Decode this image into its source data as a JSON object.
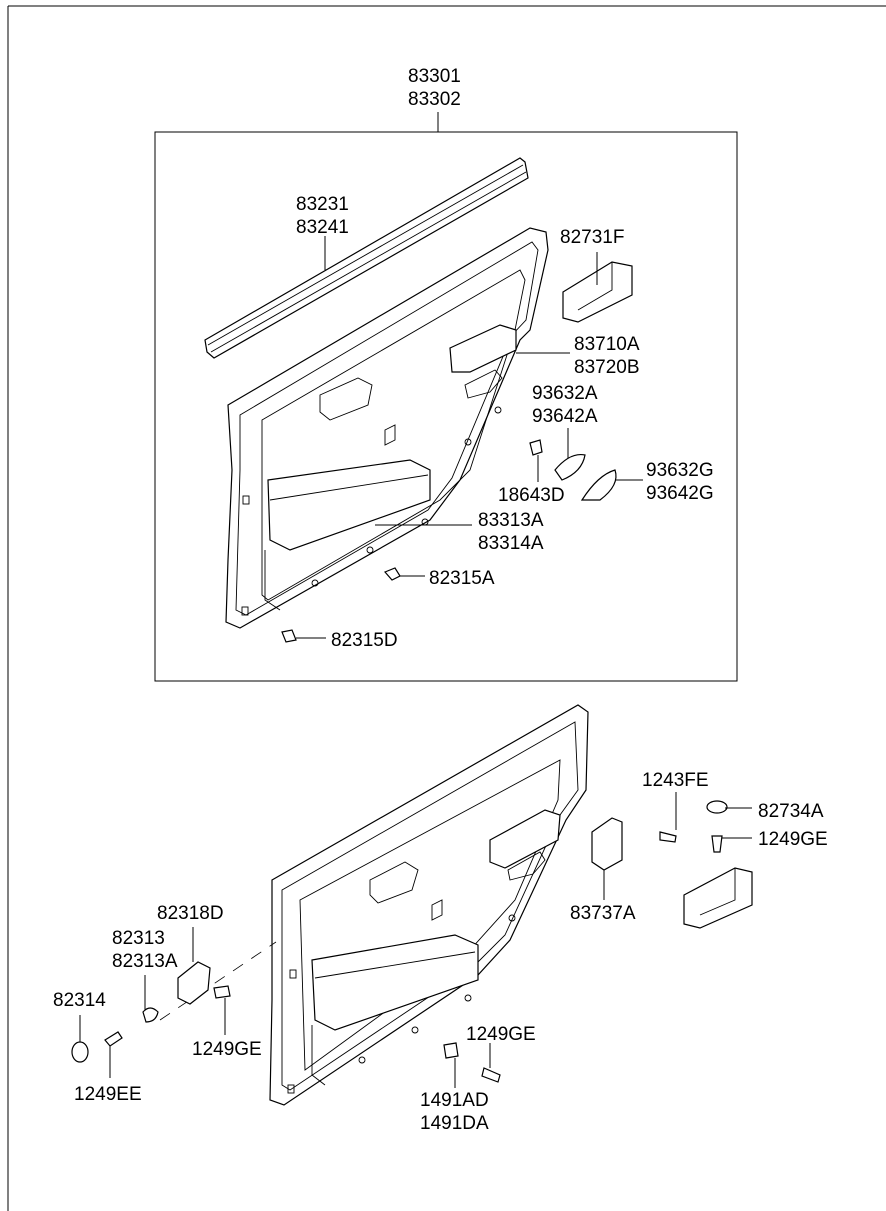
{
  "diagram": {
    "labels": {
      "l_83301": "83301",
      "l_83302": "83302",
      "l_83231": "83231",
      "l_83241": "83241",
      "l_82731F": "82731F",
      "l_83710A": "83710A",
      "l_83720B": "83720B",
      "l_93632A": "93632A",
      "l_93642A": "93642A",
      "l_18643D": "18643D",
      "l_93632G": "93632G",
      "l_93642G": "93642G",
      "l_83313A": "83313A",
      "l_83314A": "83314A",
      "l_82315A": "82315A",
      "l_82315D": "82315D",
      "l_1243FE": "1243FE",
      "l_82734A": "82734A",
      "l_1249GE_r": "1249GE",
      "l_83737A": "83737A",
      "l_82318D": "82318D",
      "l_82313": "82313",
      "l_82313A": "82313A",
      "l_82314": "82314",
      "l_1249GE_l": "1249GE",
      "l_1249EE": "1249EE",
      "l_1249GE_b": "1249GE",
      "l_1491AD": "1491AD",
      "l_1491DA": "1491DA"
    }
  }
}
